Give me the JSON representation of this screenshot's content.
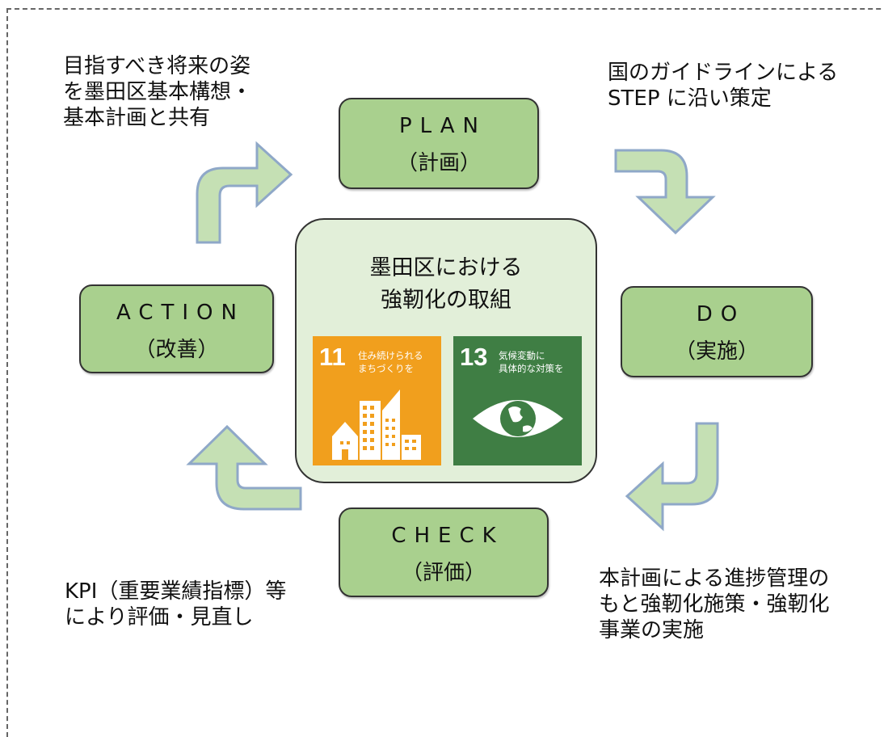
{
  "nodes": {
    "plan": {
      "en": "PLAN",
      "jp": "（計画）"
    },
    "do": {
      "en": "DO",
      "jp": "（実施）"
    },
    "check": {
      "en": "CHECK",
      "jp": "（評価）"
    },
    "action": {
      "en": "ACTION",
      "jp": "（改善）"
    }
  },
  "center": {
    "title_line1": "墨田区における",
    "title_line2": "強靭化の取組"
  },
  "sdg_tiles": [
    {
      "number": "11",
      "label": "住み続けられる\nまちづくりを",
      "color": "#f19f1d",
      "icon": "city-buildings-icon"
    },
    {
      "number": "13",
      "label": "気候変動に\n具体的な対策を",
      "color": "#3f7e44",
      "icon": "eye-globe-icon"
    }
  ],
  "notes": {
    "top_left": "目指すべき将来の姿\nを墨田区基本構想・\n基本計画と共有",
    "top_right": "国のガイドラインによる\nSTEP に沿い策定",
    "bottom_right": "本計画による進捗管理の\nもと強靭化施策・強靭化\n事業の実施",
    "bottom_left": "KPI（重要業績指標）等\nにより評価・見直し"
  },
  "colors": {
    "node_fill": "#a9d08e",
    "center_fill": "#e2efd9",
    "arrow_fill": "#c5e0b4"
  }
}
